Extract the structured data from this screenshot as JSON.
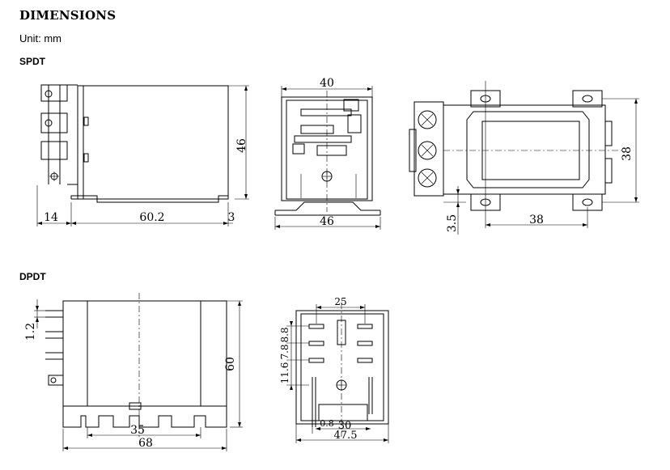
{
  "header": {
    "title": "DIMENSIONS",
    "unit": "Unit: mm"
  },
  "sections": {
    "spdt": "SPDT",
    "dpdt": "DPDT"
  },
  "spdt": {
    "side": {
      "width_total": "14",
      "body": "60.2",
      "flange": "3",
      "height": "46"
    },
    "front": {
      "top": "40",
      "base": "46"
    },
    "bottom": {
      "height": "38",
      "width": "38",
      "offset": "3.5"
    }
  },
  "dpdt": {
    "side": {
      "pin": "1.2",
      "height": "60",
      "inner": "35",
      "total": "68"
    },
    "front": {
      "top": "25",
      "row1": "8.8",
      "row2": "7.8",
      "row3": "11.6",
      "pin": "0.8",
      "inner": "30",
      "total": "47.5"
    }
  }
}
